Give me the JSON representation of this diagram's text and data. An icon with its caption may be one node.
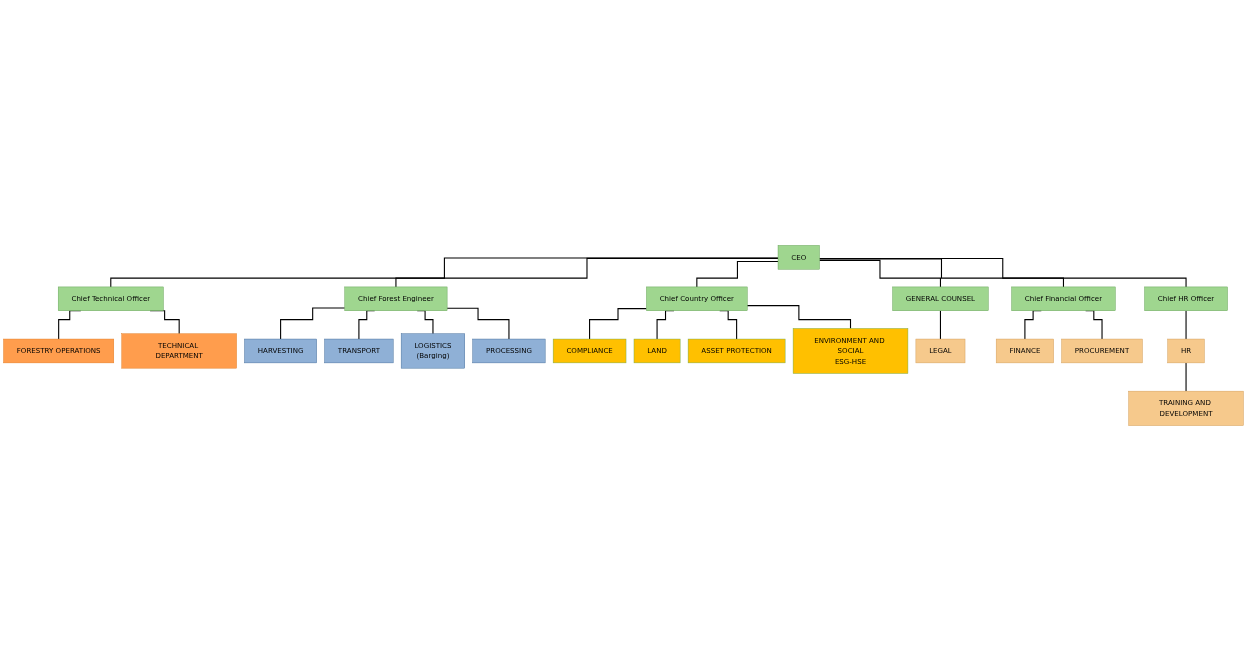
{
  "diagram": {
    "nodes": [
      {
        "text": [
          "CEO"
        ]
      },
      {
        "text": [
          "Chief Technical Officer"
        ]
      },
      {
        "text": [
          "Chief Forest Engineer"
        ]
      },
      {
        "text": [
          "Chief Country Officer"
        ]
      },
      {
        "text": [
          "GENERAL COUNSEL"
        ]
      },
      {
        "text": [
          "Chief Financial Officer"
        ]
      },
      {
        "text": [
          "Chief HR Officer"
        ]
      },
      {
        "text": [
          "FORESTRY OPERATIONS"
        ]
      },
      {
        "text": [
          "TECHNICAL DEPARTMENT"
        ]
      },
      {
        "text": [
          "HARVESTING"
        ]
      },
      {
        "text": [
          "TRANSPORT"
        ]
      },
      {
        "text": [
          "LOGISTICS",
          "(Barging)"
        ]
      },
      {
        "text": [
          "PROCESSING"
        ]
      },
      {
        "text": [
          "COMPLIANCE"
        ]
      },
      {
        "text": [
          "LAND"
        ]
      },
      {
        "text": [
          "ASSET PROTECTION"
        ]
      },
      {
        "text": [
          "ENVIRONMENT AND SOCIAL",
          "ESG-HSE"
        ]
      },
      {
        "text": [
          "LEGAL"
        ]
      },
      {
        "text": [
          "FINANCE"
        ]
      },
      {
        "text": [
          "PROCUREMENT"
        ]
      },
      {
        "text": [
          "HR"
        ]
      },
      {
        "text": [
          "TRAINING AND DEVELOPMENT"
        ]
      }
    ],
    "edges": [
      {
        "from": 0,
        "to": 1,
        "arrow": "none"
      },
      {
        "from": 0,
        "to": 2,
        "arrow": "none"
      },
      {
        "from": 0,
        "to": 3,
        "arrow": "none"
      },
      {
        "from": 0,
        "to": 4,
        "arrow": "none"
      },
      {
        "from": 0,
        "to": 5,
        "arrow": "none"
      },
      {
        "from": 0,
        "to": 6,
        "arrow": "none"
      },
      {
        "from": 1,
        "to": 7,
        "arrow": "none"
      },
      {
        "from": 1,
        "to": 8,
        "arrow": "none"
      },
      {
        "from": 2,
        "to": 9,
        "arrow": "none"
      },
      {
        "from": 2,
        "to": 10,
        "arrow": "none"
      },
      {
        "from": 2,
        "to": 11,
        "arrow": "none"
      },
      {
        "from": 2,
        "to": 12,
        "arrow": "none"
      },
      {
        "from": 3,
        "to": 13,
        "arrow": "none"
      },
      {
        "from": 3,
        "to": 14,
        "arrow": "none"
      },
      {
        "from": 3,
        "to": 15,
        "arrow": "none"
      },
      {
        "from": 3,
        "to": 16,
        "arrow": "none"
      },
      {
        "from": 4,
        "to": 17,
        "arrow": "none"
      },
      {
        "from": 5,
        "to": 18,
        "arrow": "none"
      },
      {
        "from": 5,
        "to": 19,
        "arrow": "none"
      },
      {
        "from": 6,
        "to": 20,
        "arrow": "none"
      },
      {
        "from": 20,
        "to": 21,
        "arrow": "none"
      }
    ]
  }
}
